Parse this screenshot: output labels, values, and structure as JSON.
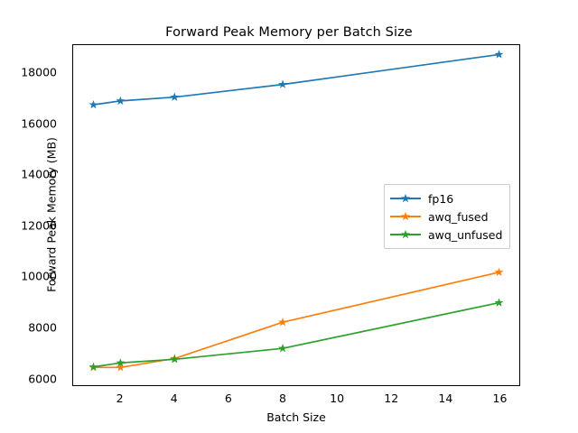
{
  "chart_data": {
    "type": "line",
    "title": "Forward Peak Memory per Batch Size",
    "xlabel": "Batch Size",
    "ylabel": "Forward Peak Memory (MB)",
    "x": [
      1,
      2,
      4,
      8,
      16
    ],
    "xlim": [
      0.25,
      16.75
    ],
    "ylim": [
      5700,
      19100
    ],
    "grid": false,
    "legend_position": "center right",
    "xticks": [
      2,
      4,
      6,
      8,
      10,
      12,
      14,
      16
    ],
    "xtick_labels": [
      "2",
      "4",
      "6",
      "8",
      "10",
      "12",
      "14",
      "16"
    ],
    "yticks": [
      6000,
      8000,
      10000,
      12000,
      14000,
      16000,
      18000
    ],
    "ytick_labels": [
      "6000",
      "8000",
      "10000",
      "12000",
      "14000",
      "16000",
      "18000"
    ],
    "marker": "star",
    "series": [
      {
        "name": "fp16",
        "color": "#1f77b4",
        "values": [
          16750,
          16900,
          17050,
          17550,
          18730
        ]
      },
      {
        "name": "awq_fused",
        "color": "#ff7f0e",
        "values": [
          6400,
          6400,
          6750,
          8180,
          10150
        ]
      },
      {
        "name": "awq_unfused",
        "color": "#2ca02c",
        "values": [
          6420,
          6580,
          6720,
          7150,
          8950
        ]
      }
    ]
  },
  "legend": {
    "items": [
      {
        "label": "fp16"
      },
      {
        "label": "awq_fused"
      },
      {
        "label": "awq_unfused"
      }
    ]
  }
}
